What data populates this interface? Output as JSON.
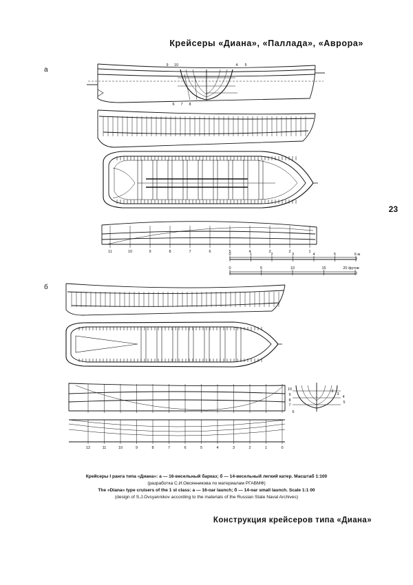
{
  "header": {
    "title": "Крейсеры «Диана», «Паллада», «Аврора»"
  },
  "page_number": "23",
  "figure": {
    "label_a": "а",
    "label_b": "б",
    "station_numbers_a": [
      "11",
      "10",
      "9",
      "8",
      "7",
      "6",
      "5",
      "4",
      "3",
      "2",
      "1"
    ],
    "station_numbers_b": [
      "12",
      "11",
      "10",
      "9",
      "8",
      "7",
      "6",
      "5",
      "4",
      "3",
      "2",
      "1",
      "0"
    ],
    "section_numbers_a_top": [
      "9",
      "10",
      "4",
      "5"
    ],
    "section_numbers_a_bottom": [
      "6",
      "7",
      "8"
    ],
    "section_numbers_b": [
      "10",
      "9",
      "8",
      "7",
      "6",
      "2",
      "3",
      "4",
      "5"
    ],
    "scale_meters": {
      "ticks": [
        "0",
        "1",
        "2",
        "3",
        "4",
        "5",
        "6 м"
      ]
    },
    "scale_feet": {
      "ticks": [
        "0",
        "5",
        "10",
        "15",
        "20 футов"
      ]
    }
  },
  "caption": {
    "line1": "Крейсеры I ранга типа «Диана»: а — 16-весельный барказ; б — 14-весельный легкий катер. Масштаб 1:100",
    "line2": "(разработка С.И.Овсянникова по материалам РГАВМФ)",
    "line3": "The «Diana» type cruisers of the 1 st class: a — 16-oar launch; б — 14-oar small launch. Scale 1:1 00",
    "line4": "(design of S.J.Ovsyannikov according to the materials of the Russian State Naval Archives)"
  },
  "footer": {
    "title": "Конструкция крейсеров типа «Диана»"
  }
}
